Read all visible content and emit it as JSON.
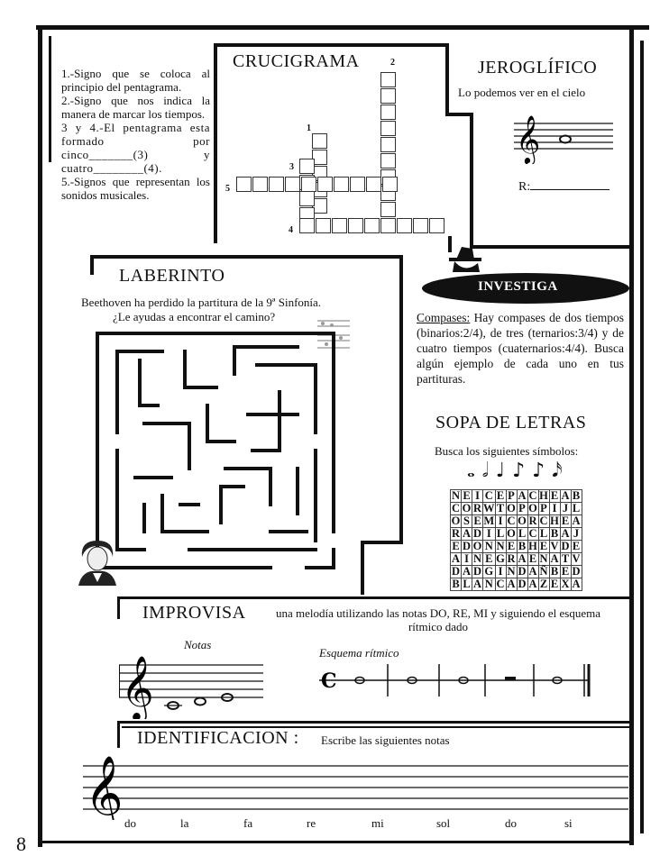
{
  "page_number": "8",
  "crucigrama": {
    "title": "CRUCIGRAMA",
    "clues": [
      "1.-Signo que se coloca al principio del pentagrama.",
      "2.-Signo que nos indica la manera de marcar los tiempos.",
      "3 y 4.-El pentagrama esta formado por cinco_______(3) y cuatro________(4).",
      "5.-Signos que representan los sonidos musicales."
    ],
    "numbers": [
      "1",
      "2",
      "3",
      "4",
      "5"
    ]
  },
  "jeroglifico": {
    "title": "JEROGLÍFICO",
    "hint": "Lo podemos ver en el cielo",
    "answer_label": "R:"
  },
  "laberinto": {
    "title": "LABERINTO",
    "text1": "Beethoven ha perdido la partitura de la 9ª Sinfonía.",
    "text2": "¿Le ayudas a encontrar el camino?"
  },
  "investiga": {
    "title": "INVESTIGA",
    "lead": "Compases:",
    "text": "Hay compases de dos tiempos (binarios:2/4), de tres (ternarios:3/4) y de cuatro tiempos (cuaternarios:4/4). Busca algún ejemplo de cada uno en tus partituras."
  },
  "sopa": {
    "title": "SOPA DE LETRAS",
    "subtitle": "Busca los siguientes símbolos:",
    "symbols": [
      "𝅝",
      "𝅗𝅥",
      "♩",
      "♪",
      "♪",
      "𝅘𝅥𝅯"
    ],
    "grid": [
      "NEICEPACHEAB",
      "CORWTOPOPIJL",
      "OSEMICORCHEA",
      "RADILOLCLBAJ",
      "EDONNEBHEVDE",
      "AINEGRAENATV",
      "DADGINDAÑBED",
      "BLANCADAZEXA"
    ]
  },
  "improvisa": {
    "title": "IMPROVISA",
    "text": "una melodía utilizando las notas DO, RE, MI y siguiendo el esquema rítmico dado",
    "notas_label": "Notas",
    "esquema_label": "Esquema rítmico"
  },
  "identificacion": {
    "title": "IDENTIFICACION :",
    "instruction": "Escribe las siguientes notas",
    "notes": [
      "do",
      "la",
      "fa",
      "re",
      "mi",
      "sol",
      "do",
      "si"
    ]
  }
}
